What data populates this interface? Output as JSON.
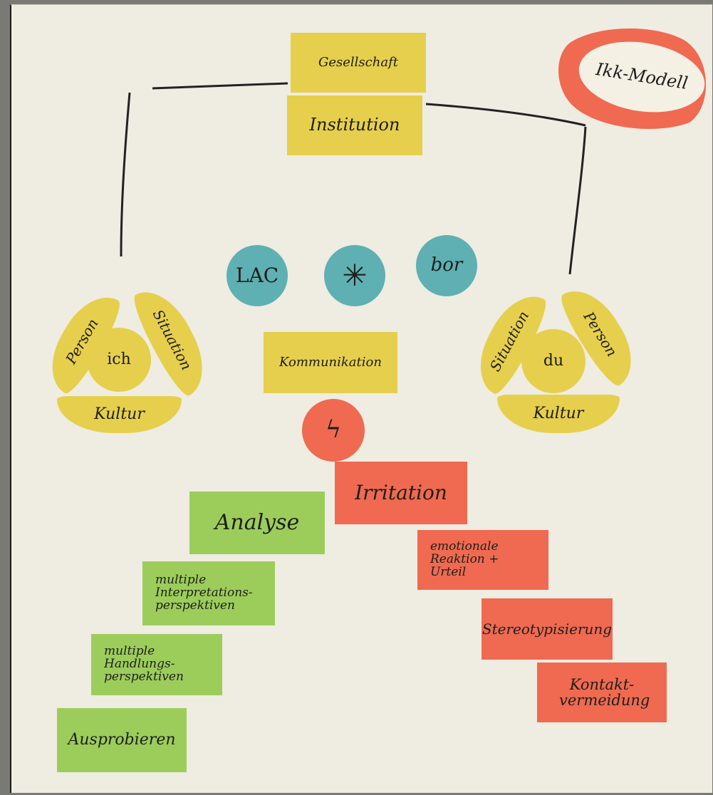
{
  "badge": {
    "label": "Ikk-Modell"
  },
  "top": {
    "gesellschaft": "Gesellschaft",
    "institution": "Institution"
  },
  "circles": {
    "lac": "LAC",
    "star": "✳",
    "bor": "bor",
    "lightning": "ϟ"
  },
  "left_group": {
    "center": "ich",
    "person": "Person",
    "situation": "Situation",
    "kultur": "Kultur"
  },
  "right_group": {
    "center": "du",
    "person": "Person",
    "situation": "Situation",
    "kultur": "Kultur"
  },
  "middle": {
    "kommunikation": "Kommunikation"
  },
  "green_cards": {
    "analyse": "Analyse",
    "interpretations": "multiple Interpretations- perspektiven",
    "handlungs": "multiple Handlungs- perspektiven",
    "ausprobieren": "Ausprobieren"
  },
  "red_cards": {
    "irritation": "Irritation",
    "reaktion": "emotionale Reaktion + Urteil",
    "stereotyp": "Stereotypisierung",
    "kontakt": "Kontakt- vermeidung"
  },
  "colors": {
    "yellow": "#e6cf4c",
    "green": "#9ccd5a",
    "red": "#ef6a50",
    "teal": "#5eb0b2",
    "paper": "#efece2"
  }
}
